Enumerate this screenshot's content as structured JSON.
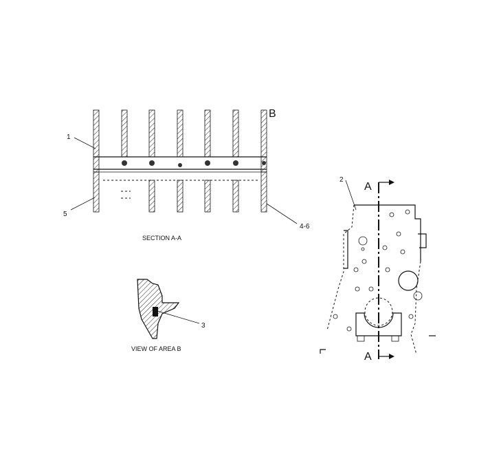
{
  "labels": {
    "callout_1": "1",
    "callout_5": "5",
    "callout_4_6": "4-6",
    "callout_B": "B",
    "callout_2": "2",
    "callout_3": "3",
    "section_arrow_top": "A",
    "section_arrow_bottom": "A"
  },
  "captions": {
    "section": "SECTION A-A",
    "view": "VIEW OF AREA B"
  }
}
